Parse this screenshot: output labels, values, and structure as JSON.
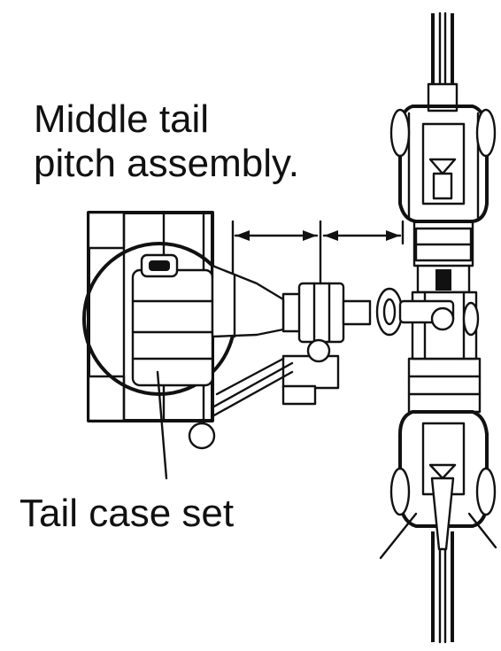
{
  "labels": {
    "middle_tail": [
      "Middle tail",
      "pitch assembly."
    ],
    "tail_case": "Tail case set"
  },
  "colors": {
    "line": "#111111",
    "background": "#ffffff"
  }
}
